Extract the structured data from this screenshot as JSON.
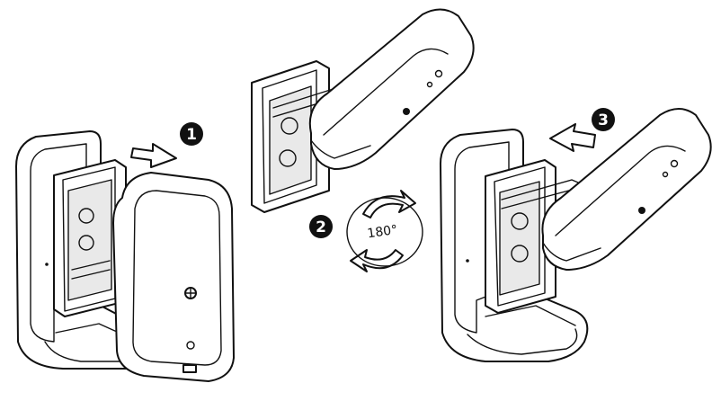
{
  "steps": [
    {
      "number": "1"
    },
    {
      "number": "2"
    },
    {
      "number": "3"
    }
  ],
  "rotation": {
    "label": "180°"
  }
}
